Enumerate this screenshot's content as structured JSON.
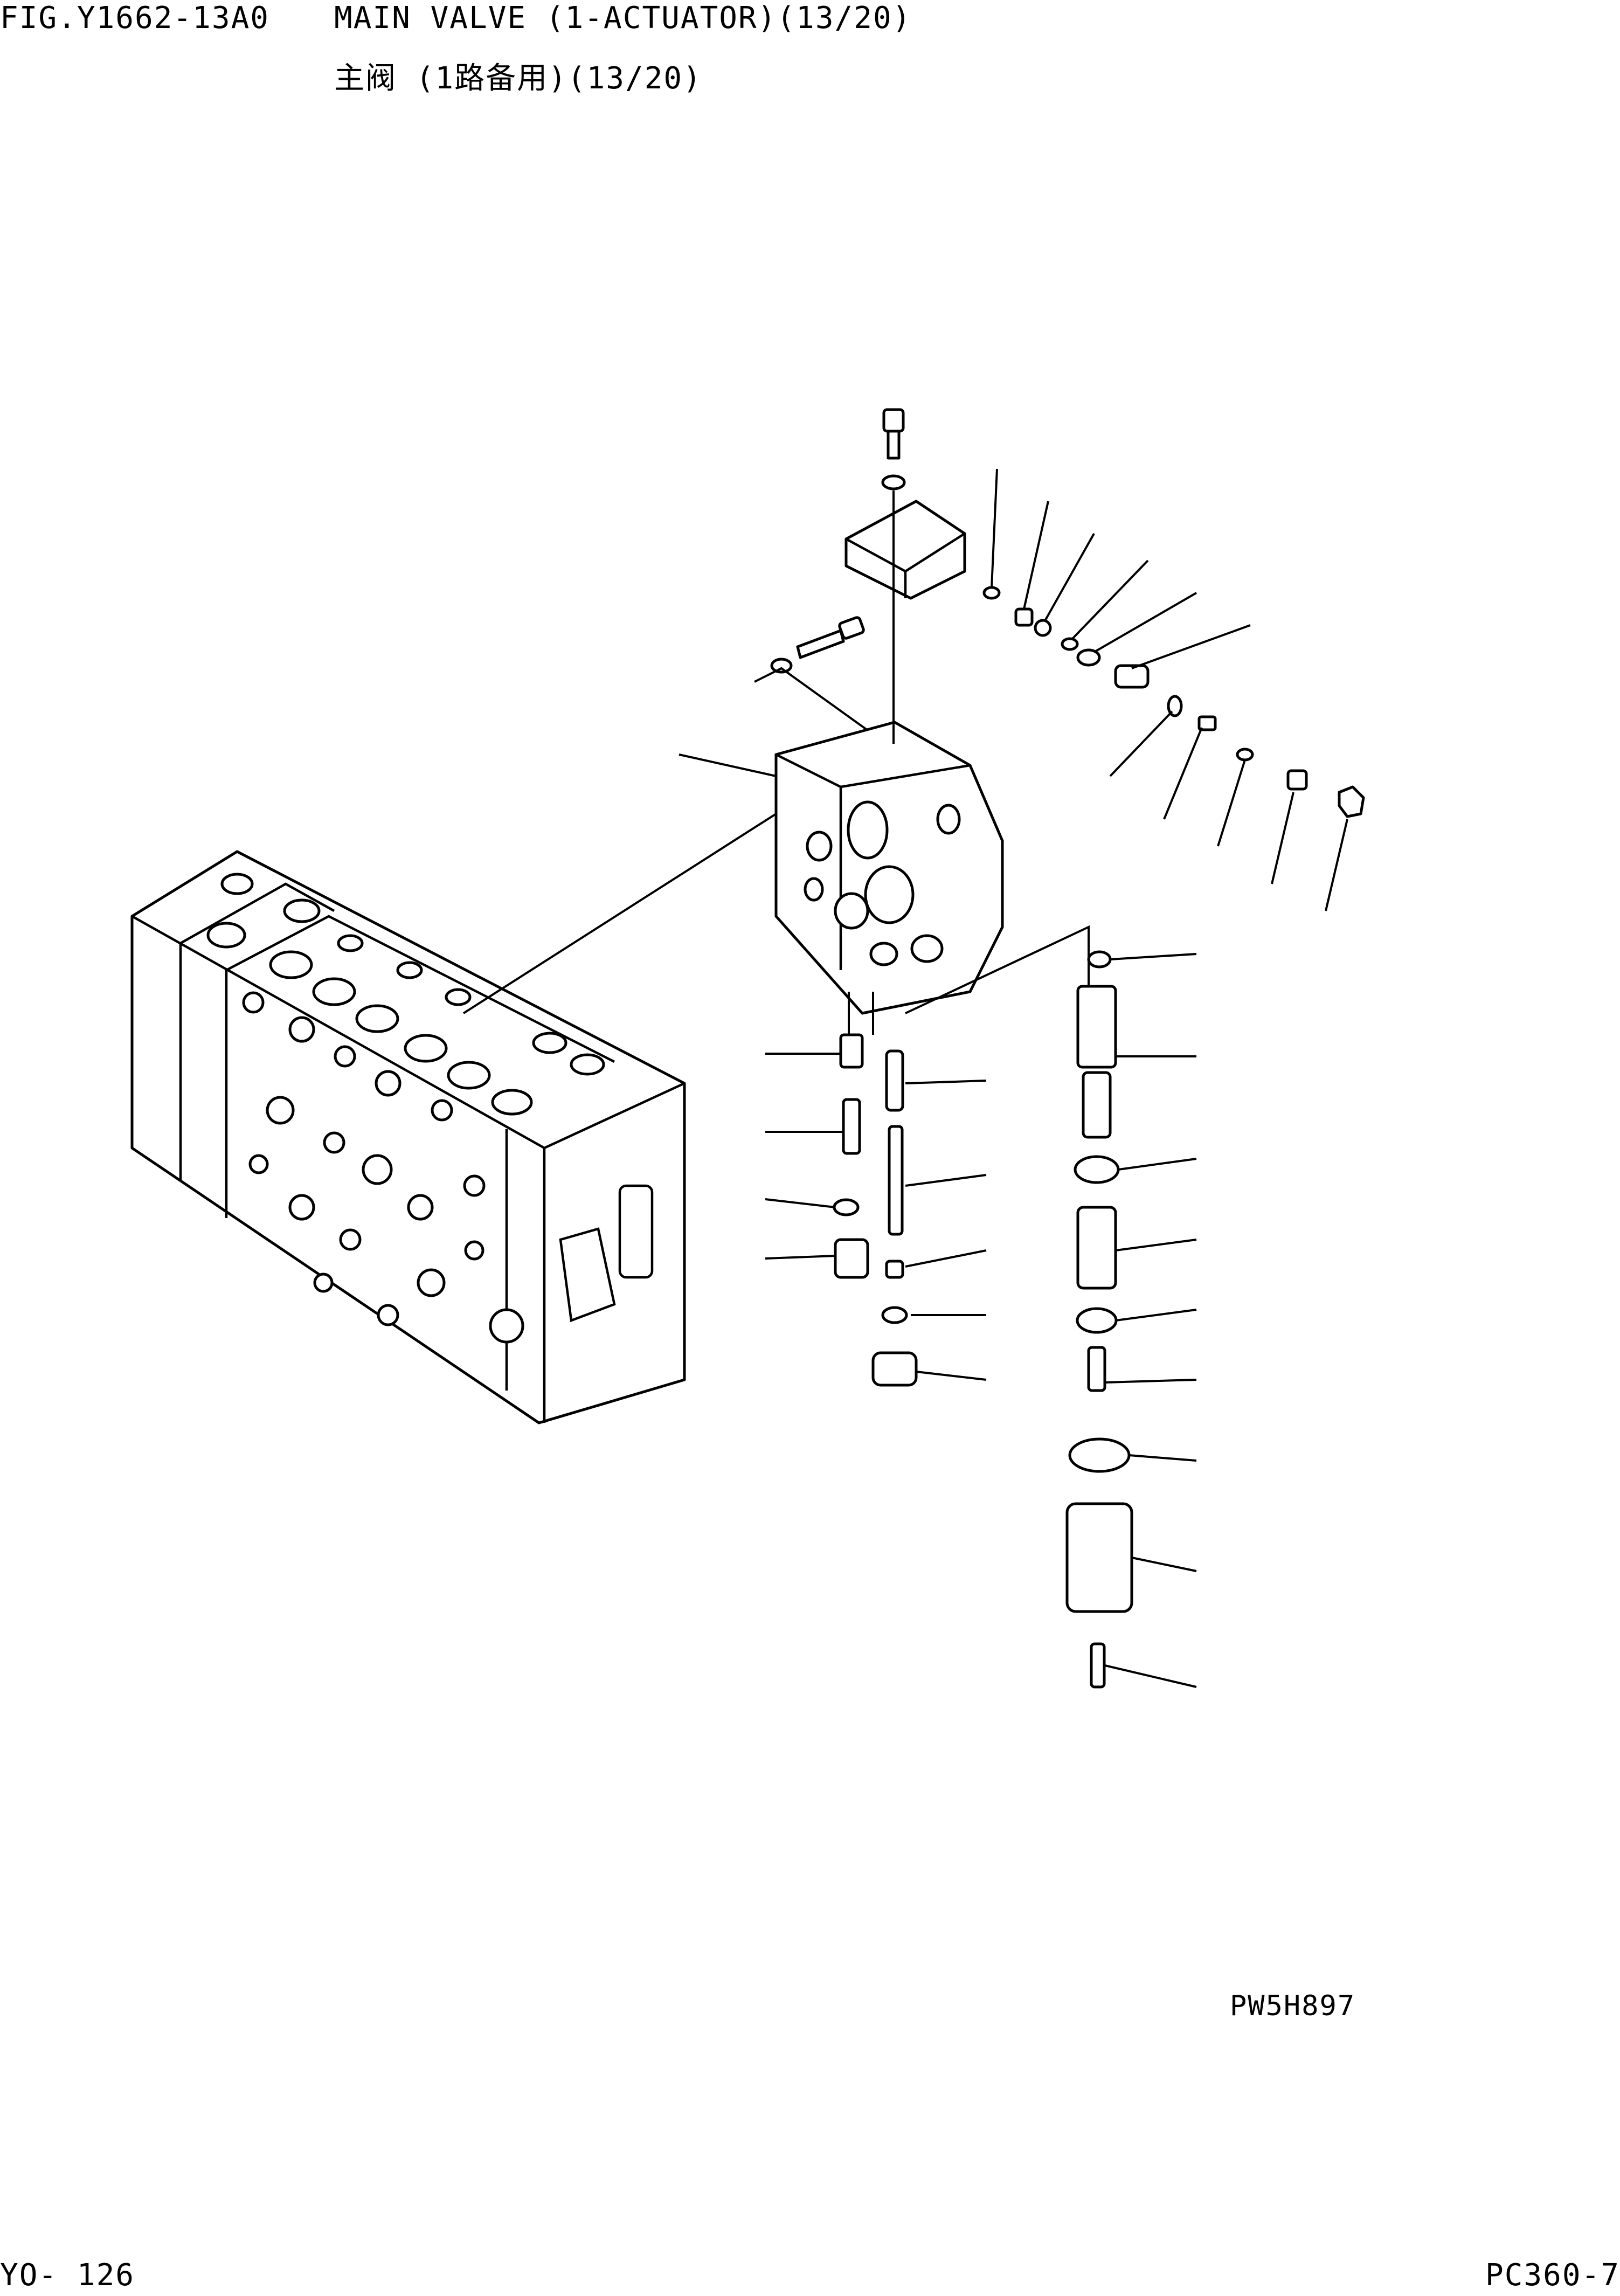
{
  "header": {
    "figure_code": "FIG.Y1662-13A0",
    "title_en": "MAIN VALVE (1-ACTUATOR)(13/20)",
    "title_cn": "主阀 (1路备用)(13/20)"
  },
  "diagram": {
    "drawing_code": "PW5H897"
  },
  "footer": {
    "page_number": "YO- 126",
    "model": "PC360-7"
  }
}
